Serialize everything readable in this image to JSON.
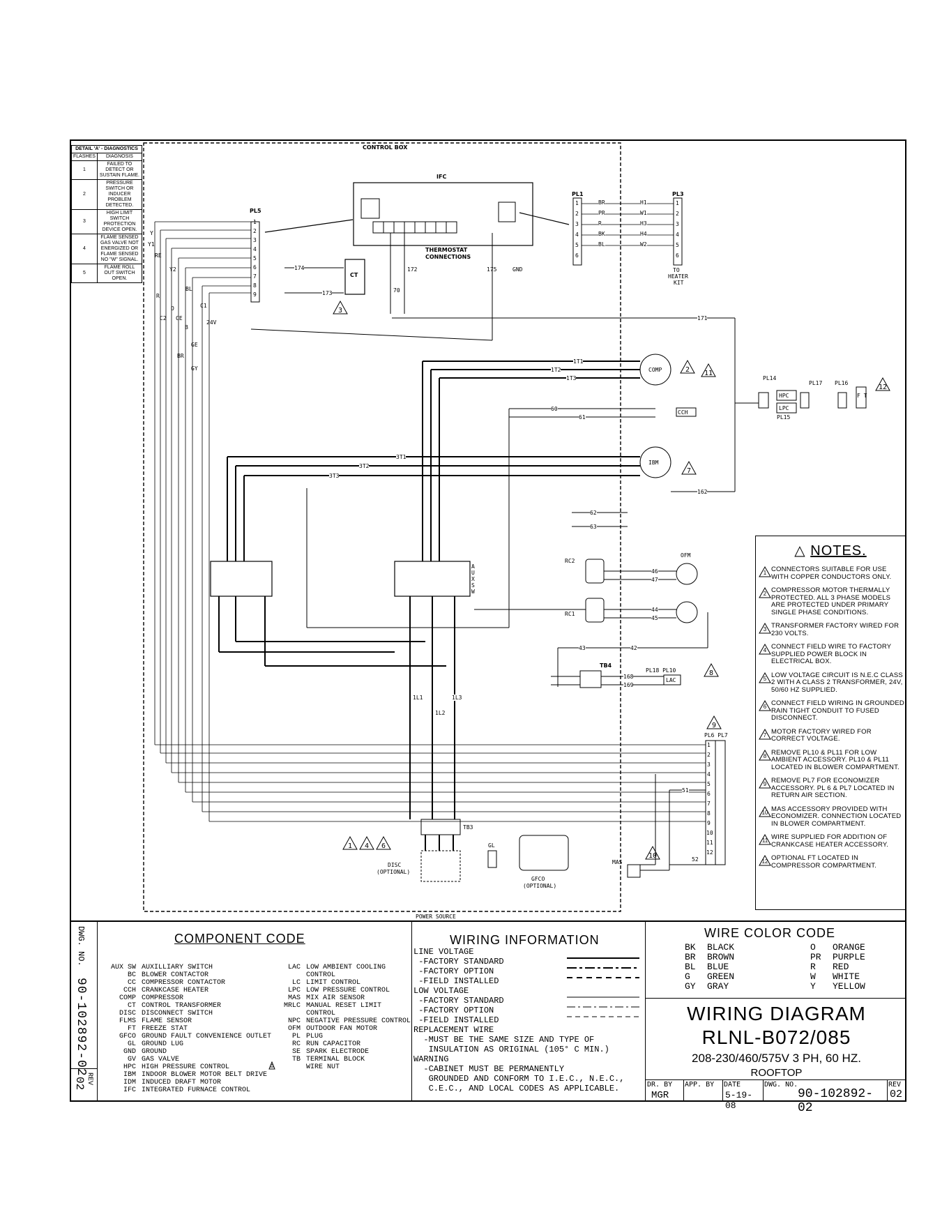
{
  "diagnostics": {
    "title": "DETAIL 'A' - DIAGNOSTICS",
    "col_flashes": "FLASHES",
    "col_diagnosis": "DIAGNOSIS",
    "rows": [
      {
        "flashes": "1",
        "diagnosis": "FAILED TO DETECT OR SUSTAIN FLAME."
      },
      {
        "flashes": "2",
        "diagnosis": "PRESSURE SWITCH OR INDUCER PROBLEM DETECTED."
      },
      {
        "flashes": "3",
        "diagnosis": "HIGH LIMIT SWITCH PROTECTION DEVICE OPEN."
      },
      {
        "flashes": "4",
        "diagnosis": "FLAME SENSED GAS VALVE NOT ENERGIZED OR FLAME SENSED NO \"W\" SIGNAL."
      },
      {
        "flashes": "5",
        "diagnosis": "FLAME ROLL OUT SWITCH OPEN."
      }
    ]
  },
  "schematic": {
    "control_box": "CONTROL BOX",
    "ifc": "IFC",
    "thermostat": "THERMOSTAT",
    "connections": "CONNECTIONS",
    "gnd": "GND",
    "pl5": "PL5",
    "pl1": "PL1",
    "pl3": "PL3",
    "to_heater_kit_1": "TO",
    "to_heater_kit_2": "HEATER",
    "to_heater_kit_3": "KIT",
    "ct": "CT",
    "comp": "COMP",
    "ibm": "IBM",
    "cch": "CCH",
    "tb4": "TB4",
    "lac": "LAC",
    "tb3": "TB3",
    "disc_1": "DISC",
    "disc_2": "(OPTIONAL)",
    "gfco_1": "GFCO",
    "gfco_2": "(OPTIONAL)",
    "power_source": "POWER SOURCE",
    "gl": "GL",
    "hpc": "HPC",
    "lpc": "LPC",
    "ft": "F T",
    "dfm": "OFM",
    "aux": "A U X S W",
    "rc1": "RC1",
    "rc2": "RC2",
    "mas": "MAS",
    "pl6pl7": "PL6 PL7",
    "pl14": "PL14",
    "pl15": "PL15",
    "pl16": "PL16",
    "pl17": "PL17",
    "pl18": "PL18 PL10",
    "pl1_pins": [
      "1",
      "2",
      "3",
      "4",
      "5",
      "6"
    ],
    "pl1_wires": [
      "BR",
      "PR",
      "R",
      "BK",
      "BL"
    ],
    "pl3_wires": [
      "H1",
      "W1",
      "H3",
      "H4",
      "W2"
    ],
    "pl5_pins": [
      "1",
      "2",
      "3",
      "4",
      "5",
      "6",
      "7",
      "8",
      "9"
    ],
    "pl67_pins": [
      "1",
      "2",
      "3",
      "4",
      "5",
      "6",
      "7",
      "8",
      "9",
      "10",
      "11",
      "12"
    ],
    "wire_labels_left": [
      "Y",
      "Y1",
      "R",
      "RE",
      "O",
      "C2",
      "Y2",
      "CE",
      "BR",
      "GE",
      "GY",
      "C1",
      "24V",
      "B",
      "BL"
    ],
    "run_labels": [
      "171",
      "172",
      "173",
      "174",
      "175",
      "1T1",
      "1T2",
      "1T3",
      "3T1",
      "3T2",
      "3T3",
      "1L1",
      "1L2",
      "1L3",
      "60",
      "61",
      "62",
      "63",
      "42",
      "43",
      "44",
      "45",
      "46",
      "47",
      "51",
      "52",
      "168",
      "169",
      "162",
      "70"
    ]
  },
  "notes": {
    "title": "NOTES.",
    "items": [
      {
        "n": "1",
        "text": "CONNECTORS SUITABLE FOR USE WITH COPPER CONDUCTORS ONLY."
      },
      {
        "n": "2",
        "text": "COMPRESSOR MOTOR THERMALLY PROTECTED. ALL 3 PHASE MODELS ARE PROTECTED UNDER PRIMARY SINGLE PHASE CONDITIONS."
      },
      {
        "n": "3",
        "text": "TRANSFORMER FACTORY WIRED FOR 230 VOLTS."
      },
      {
        "n": "4",
        "text": "CONNECT FIELD WIRE TO FACTORY SUPPLIED POWER BLOCK IN ELECTRICAL BOX."
      },
      {
        "n": "5",
        "text": "LOW VOLTAGE CIRCUIT IS N.E.C CLASS 2 WITH A CLASS 2 TRANSFORMER, 24V, 50/60 HZ SUPPLIED."
      },
      {
        "n": "6",
        "text": "CONNECT FIELD WIRING IN GROUNDED RAIN TIGHT CONDUIT TO FUSED DISCONNECT."
      },
      {
        "n": "7",
        "text": "MOTOR FACTORY WIRED FOR CORRECT VOLTAGE."
      },
      {
        "n": "8",
        "text": "REMOVE PL10 & PL11 FOR LOW AMBIENT ACCESSORY. PL10 & PL11 LOCATED IN BLOWER COMPARTMENT."
      },
      {
        "n": "9",
        "text": "REMOVE PL7 FOR ECONOMIZER ACCESSORY. PL 6 & PL7 LOCATED IN RETURN AIR SECTION."
      },
      {
        "n": "10",
        "text": "MAS ACCESSORY PROVIDED WITH ECONOMIZER. CONNECTION LOCATED IN BLOWER COMPARTMENT."
      },
      {
        "n": "11",
        "text": "WIRE SUPPLIED FOR ADDITION OF CRANKCASE HEATER ACCESSORY."
      },
      {
        "n": "12",
        "text": "OPTIONAL FT LOCATED IN COMPRESSOR COMPARTMENT."
      }
    ]
  },
  "dwg_side": {
    "label": "DWG. NO.",
    "number": "90-102892-02",
    "rev_label": "REV",
    "rev": "02"
  },
  "component_code": {
    "title": "COMPONENT CODE",
    "left": [
      {
        "ab": "AUX SW",
        "desc": "AUXILLIARY SWITCH"
      },
      {
        "ab": "BC",
        "desc": "BLOWER CONTACTOR"
      },
      {
        "ab": "CC",
        "desc": "COMPRESSOR CONTACTOR"
      },
      {
        "ab": "CCH",
        "desc": "CRANKCASE HEATER"
      },
      {
        "ab": "COMP",
        "desc": "COMPRESSOR"
      },
      {
        "ab": "CT",
        "desc": "CONTROL TRANSFORMER"
      },
      {
        "ab": "DISC",
        "desc": "DISCONNECT SWITCH"
      },
      {
        "ab": "FLMS",
        "desc": "FLAME SENSOR"
      },
      {
        "ab": "FT",
        "desc": "FREEZE STAT"
      },
      {
        "ab": "GFCO",
        "desc": "GROUND FAULT CONVENIENCE OUTLET"
      },
      {
        "ab": "GL",
        "desc": "GROUND LUG"
      },
      {
        "ab": "GND",
        "desc": "GROUND"
      },
      {
        "ab": "GV",
        "desc": "GAS VALVE"
      },
      {
        "ab": "HPC",
        "desc": "HIGH PRESSURE CONTROL"
      },
      {
        "ab": "IBM",
        "desc": "INDOOR BLOWER MOTOR BELT DRIVE"
      },
      {
        "ab": "IDM",
        "desc": "INDUCED DRAFT MOTOR"
      },
      {
        "ab": "IFC",
        "desc": "INTEGRATED FURNACE CONTROL"
      }
    ],
    "right": [
      {
        "ab": "LAC",
        "desc": "LOW AMBIENT COOLING CONTROL"
      },
      {
        "ab": "LC",
        "desc": "LIMIT CONTROL"
      },
      {
        "ab": "LPC",
        "desc": "LOW PRESSURE CONTROL"
      },
      {
        "ab": "MAS",
        "desc": "MIX AIR SENSOR"
      },
      {
        "ab": "MRLC",
        "desc": "MANUAL RESET LIMIT CONTROL"
      },
      {
        "ab": "NPC",
        "desc": "NEGATIVE PRESSURE CONTROL"
      },
      {
        "ab": "OFM",
        "desc": "OUTDOOR FAN MOTOR"
      },
      {
        "ab": "PL",
        "desc": "PLUG"
      },
      {
        "ab": "RC",
        "desc": "RUN CAPACITOR"
      },
      {
        "ab": "SE",
        "desc": "SPARK ELECTRODE"
      },
      {
        "ab": "TB",
        "desc": "TERMINAL BLOCK"
      },
      {
        "ab": "",
        "desc": "WIRE NUT"
      }
    ]
  },
  "wiring_info": {
    "title": "WIRING INFORMATION",
    "lines": [
      "LINE VOLTAGE",
      " -FACTORY STANDARD",
      " -FACTORY OPTION",
      " -FIELD INSTALLED",
      "LOW VOLTAGE",
      " -FACTORY STANDARD",
      " -FACTORY OPTION",
      " -FIELD INSTALLED",
      "REPLACEMENT WIRE",
      "  -MUST BE THE SAME SIZE AND TYPE OF",
      "   INSULATION AS ORIGINAL (105° C MIN.)",
      "WARNING",
      "  -CABINET MUST BE PERMANENTLY",
      "   GROUNDED AND CONFORM TO I.E.C., N.E.C.,",
      "   C.E.C., AND LOCAL CODES AS APPLICABLE."
    ]
  },
  "wire_color_code": {
    "title": "WIRE COLOR CODE",
    "left": [
      {
        "ab": "BK",
        "name": "BLACK"
      },
      {
        "ab": "BR",
        "name": "BROWN"
      },
      {
        "ab": "BL",
        "name": "BLUE"
      },
      {
        "ab": "G",
        "name": "GREEN"
      },
      {
        "ab": "GY",
        "name": "GRAY"
      }
    ],
    "right": [
      {
        "ab": "O",
        "name": "ORANGE"
      },
      {
        "ab": "PR",
        "name": "PURPLE"
      },
      {
        "ab": "R",
        "name": "RED"
      },
      {
        "ab": "W",
        "name": "WHITE"
      },
      {
        "ab": "Y",
        "name": "YELLOW"
      }
    ]
  },
  "title_block": {
    "title": "WIRING DIAGRAM",
    "model": "RLNL-B072/085",
    "voltage": "208-230/460/575V 3 PH, 60 HZ.",
    "type": "ROOFTOP",
    "dr_by_label": "DR. BY",
    "dr_by": "MGR",
    "app_by_label": "APP. BY",
    "date_label": "DATE",
    "date": "5-19-08",
    "dwg_no_label": "DWG. NO.",
    "dwg_no": "90-102892-02",
    "rev_label": "REV",
    "rev": "02"
  }
}
